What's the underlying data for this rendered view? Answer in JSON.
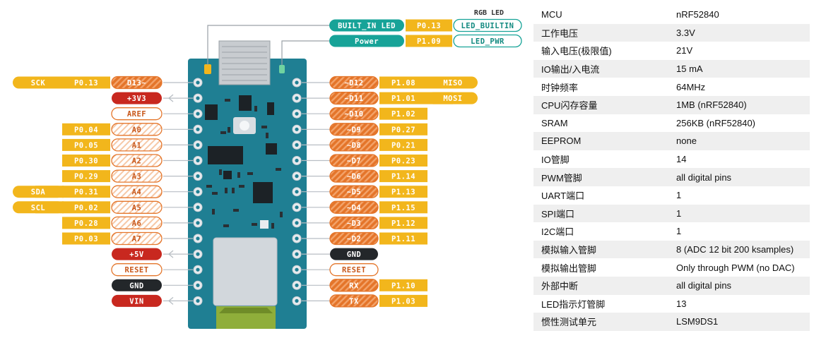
{
  "board": {
    "rgb_led_label": "RGB LED",
    "led_rows": [
      {
        "name": "BUILT_IN LED",
        "port": "P0.13",
        "alias": "LED_BUILTIN"
      },
      {
        "name": "Power",
        "port": "P1.09",
        "alias": "LED_PWR"
      }
    ],
    "left_pins": [
      {
        "extra": "SCK",
        "port": "P0.13",
        "pin": "D13~",
        "kind": "digital"
      },
      {
        "extra": "",
        "port": "",
        "pin": "+3V3",
        "kind": "power"
      },
      {
        "extra": "",
        "port": "",
        "pin": "AREF",
        "kind": "outline"
      },
      {
        "extra": "",
        "port": "P0.04",
        "pin": "A0",
        "kind": "analog"
      },
      {
        "extra": "",
        "port": "P0.05",
        "pin": "A1",
        "kind": "analog"
      },
      {
        "extra": "",
        "port": "P0.30",
        "pin": "A2",
        "kind": "analog"
      },
      {
        "extra": "",
        "port": "P0.29",
        "pin": "A3",
        "kind": "analog"
      },
      {
        "extra": "SDA",
        "port": "P0.31",
        "pin": "A4",
        "kind": "analog"
      },
      {
        "extra": "SCL",
        "port": "P0.02",
        "pin": "A5",
        "kind": "analog"
      },
      {
        "extra": "",
        "port": "P0.28",
        "pin": "A6",
        "kind": "analog"
      },
      {
        "extra": "",
        "port": "P0.03",
        "pin": "A7",
        "kind": "analog"
      },
      {
        "extra": "",
        "port": "",
        "pin": "+5V",
        "kind": "power"
      },
      {
        "extra": "",
        "port": "",
        "pin": "RESET",
        "kind": "outline"
      },
      {
        "extra": "",
        "port": "",
        "pin": "GND",
        "kind": "ground"
      },
      {
        "extra": "",
        "port": "",
        "pin": "VIN",
        "kind": "power"
      }
    ],
    "right_pins": [
      {
        "pin": "~D12",
        "port": "P1.08",
        "extra": "MISO",
        "kind": "digital"
      },
      {
        "pin": "~D11",
        "port": "P1.01",
        "extra": "MOSI",
        "kind": "digital"
      },
      {
        "pin": "~D10",
        "port": "P1.02",
        "extra": "",
        "kind": "digital"
      },
      {
        "pin": "~D9",
        "port": "P0.27",
        "extra": "",
        "kind": "digital"
      },
      {
        "pin": "~D8",
        "port": "P0.21",
        "extra": "",
        "kind": "digital"
      },
      {
        "pin": "~D7",
        "port": "P0.23",
        "extra": "",
        "kind": "digital"
      },
      {
        "pin": "~D6",
        "port": "P1.14",
        "extra": "",
        "kind": "digital"
      },
      {
        "pin": "~D5",
        "port": "P1.13",
        "extra": "",
        "kind": "digital"
      },
      {
        "pin": "~D4",
        "port": "P1.15",
        "extra": "",
        "kind": "digital"
      },
      {
        "pin": "~D3",
        "port": "P1.12",
        "extra": "",
        "kind": "digital"
      },
      {
        "pin": "~D2",
        "port": "P1.11",
        "extra": "",
        "kind": "digital"
      },
      {
        "pin": "GND",
        "port": "",
        "extra": "",
        "kind": "ground"
      },
      {
        "pin": "RESET",
        "port": "",
        "extra": "",
        "kind": "outline"
      },
      {
        "pin": "RX",
        "port": "P1.10",
        "extra": "",
        "kind": "digital"
      },
      {
        "pin": "TX",
        "port": "P1.03",
        "extra": "",
        "kind": "digital"
      }
    ],
    "colors": {
      "yellow": "#f2b61c",
      "orange": "#e4752a",
      "red": "#c8281f",
      "teal": "#17a398",
      "board": "#1f7f93",
      "dark": "#23272a",
      "usb": "#8fae3a"
    }
  },
  "specs": [
    {
      "key": "MCU",
      "value": "nRF52840"
    },
    {
      "key": "工作电压",
      "value": "3.3V"
    },
    {
      "key": "输入电压(极限值)",
      "value": "21V"
    },
    {
      "key": "IO输出/入电流",
      "value": "15 mA"
    },
    {
      "key": "时钟频率",
      "value": "64MHz"
    },
    {
      "key": "CPU闪存容量",
      "value": "1MB (nRF52840)"
    },
    {
      "key": "SRAM",
      "value": "256KB (nRF52840)"
    },
    {
      "key": "EEPROM",
      "value": "none"
    },
    {
      "key": "IO管脚",
      "value": "14"
    },
    {
      "key": "PWM管脚",
      "value": "all digital pins"
    },
    {
      "key": "UART端口",
      "value": "1"
    },
    {
      "key": "SPI端口",
      "value": "1"
    },
    {
      "key": "I2C端口",
      "value": "1"
    },
    {
      "key": "模拟输入管脚",
      "value": "8 (ADC 12 bit 200 ksamples)"
    },
    {
      "key": "模拟输出管脚",
      "value": "Only through PWM (no DAC)"
    },
    {
      "key": "外部中断",
      "value": "all digital pins"
    },
    {
      "key": "LED指示灯管脚",
      "value": "13"
    },
    {
      "key": "惯性测试单元",
      "value": "LSM9DS1"
    }
  ]
}
